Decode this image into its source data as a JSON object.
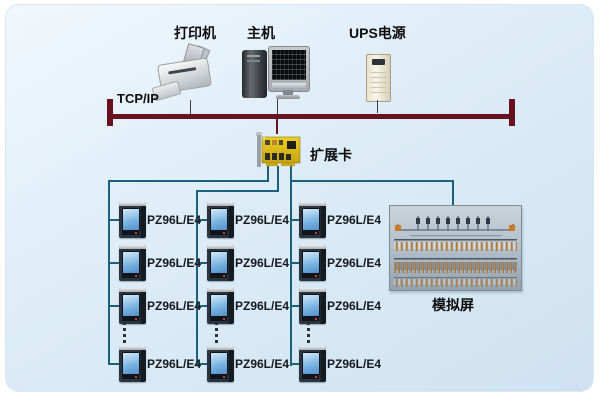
{
  "colors": {
    "bus-line": "#66121f",
    "signal-line": "#1a617e",
    "panel-bg": "#ddecf7",
    "meter-screen": "#7db6e3",
    "card-pcb": "#dcbd1c",
    "mimic-bg": "#b3bfc9"
  },
  "bus": {
    "label": "TCP/IP"
  },
  "top_devices": {
    "printer": {
      "label": "打印机"
    },
    "host": {
      "label": "主机"
    },
    "ups": {
      "label": "UPS电源"
    }
  },
  "expansion_card": {
    "label": "扩展卡"
  },
  "mimic_panel": {
    "label": "模拟屏"
  },
  "meter_columns": [
    {
      "meters": [
        "PZ96L/E4",
        "PZ96L/E4",
        "PZ96L/E4",
        "PZ96L/E4"
      ]
    },
    {
      "meters": [
        "PZ96L/E4",
        "PZ96L/E4",
        "PZ96L/E4",
        "PZ96L/E4"
      ]
    },
    {
      "meters": [
        "PZ96L/E4",
        "PZ96L/E4",
        "PZ96L/E4",
        "PZ96L/E4"
      ]
    }
  ]
}
